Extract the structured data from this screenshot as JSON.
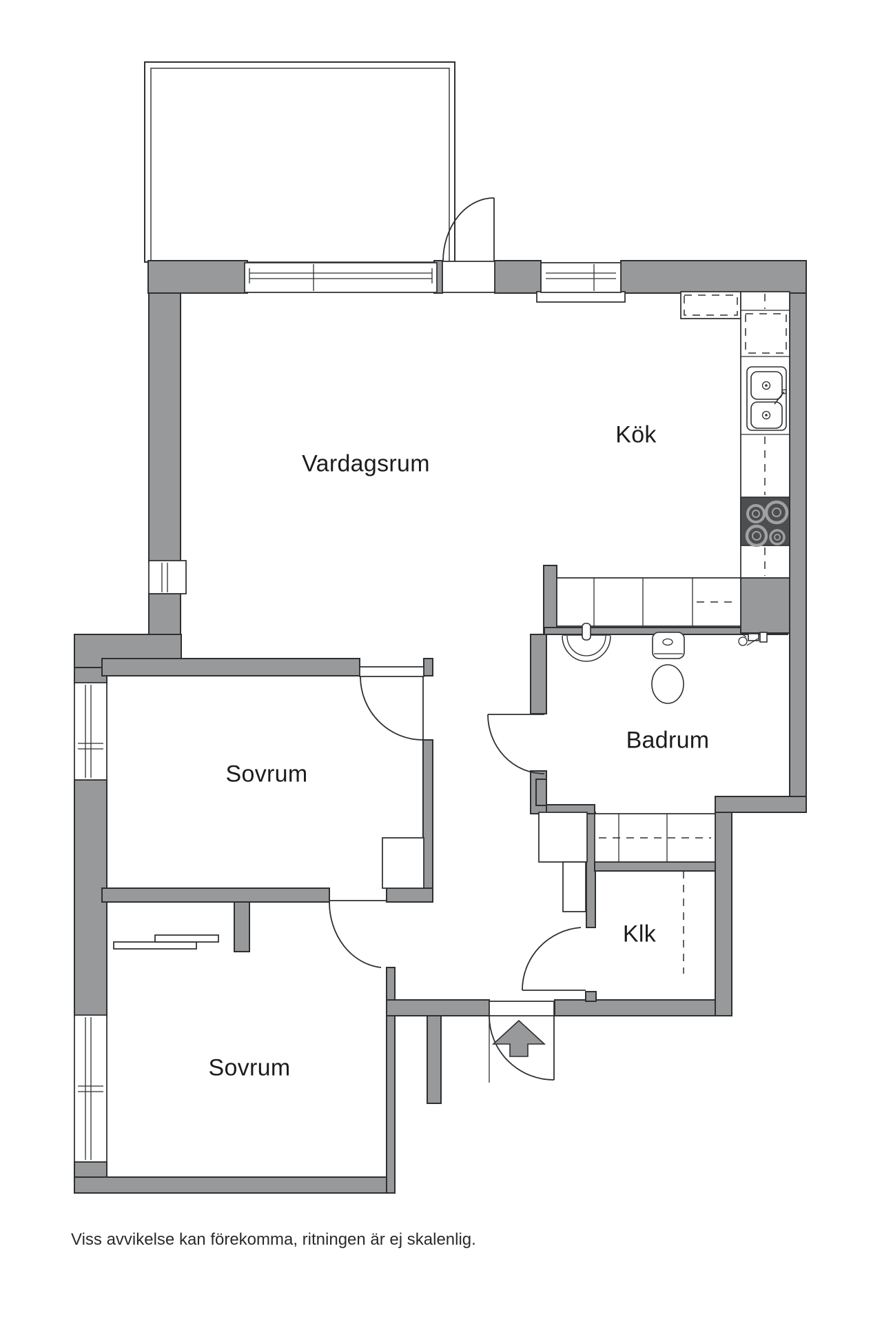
{
  "plan": {
    "rooms": [
      {
        "id": "vardagsrum",
        "label": "Vardagsrum"
      },
      {
        "id": "kok",
        "label": "Kök"
      },
      {
        "id": "sovrum-upper",
        "label": "Sovrum"
      },
      {
        "id": "badrum",
        "label": "Badrum"
      },
      {
        "id": "klk",
        "label": "Klk"
      },
      {
        "id": "sovrum-lower",
        "label": "Sovrum"
      }
    ],
    "disclaimer": "Viss avvikelse kan förekomma, ritningen är ej skalenlig.",
    "fixtures": [
      "balcony",
      "balcony-door",
      "top-window-left",
      "top-window-right",
      "living-room-window",
      "bedroom-window-upper",
      "bedroom-window-lower",
      "kitchen-counter",
      "dashed-appliance",
      "double-sink",
      "stove-4-burners",
      "wardrobe-row",
      "laundry-cabinets",
      "bathroom-sink",
      "toilet",
      "washing-machine-tap",
      "sliding-closet-doors",
      "entry-arrow",
      "door-swings"
    ],
    "colors": {
      "wall": "#97999b",
      "outline": "#2e2f31",
      "stove": "#4c4e50",
      "background": "#ffffff",
      "text": "#1c1c1c"
    }
  }
}
